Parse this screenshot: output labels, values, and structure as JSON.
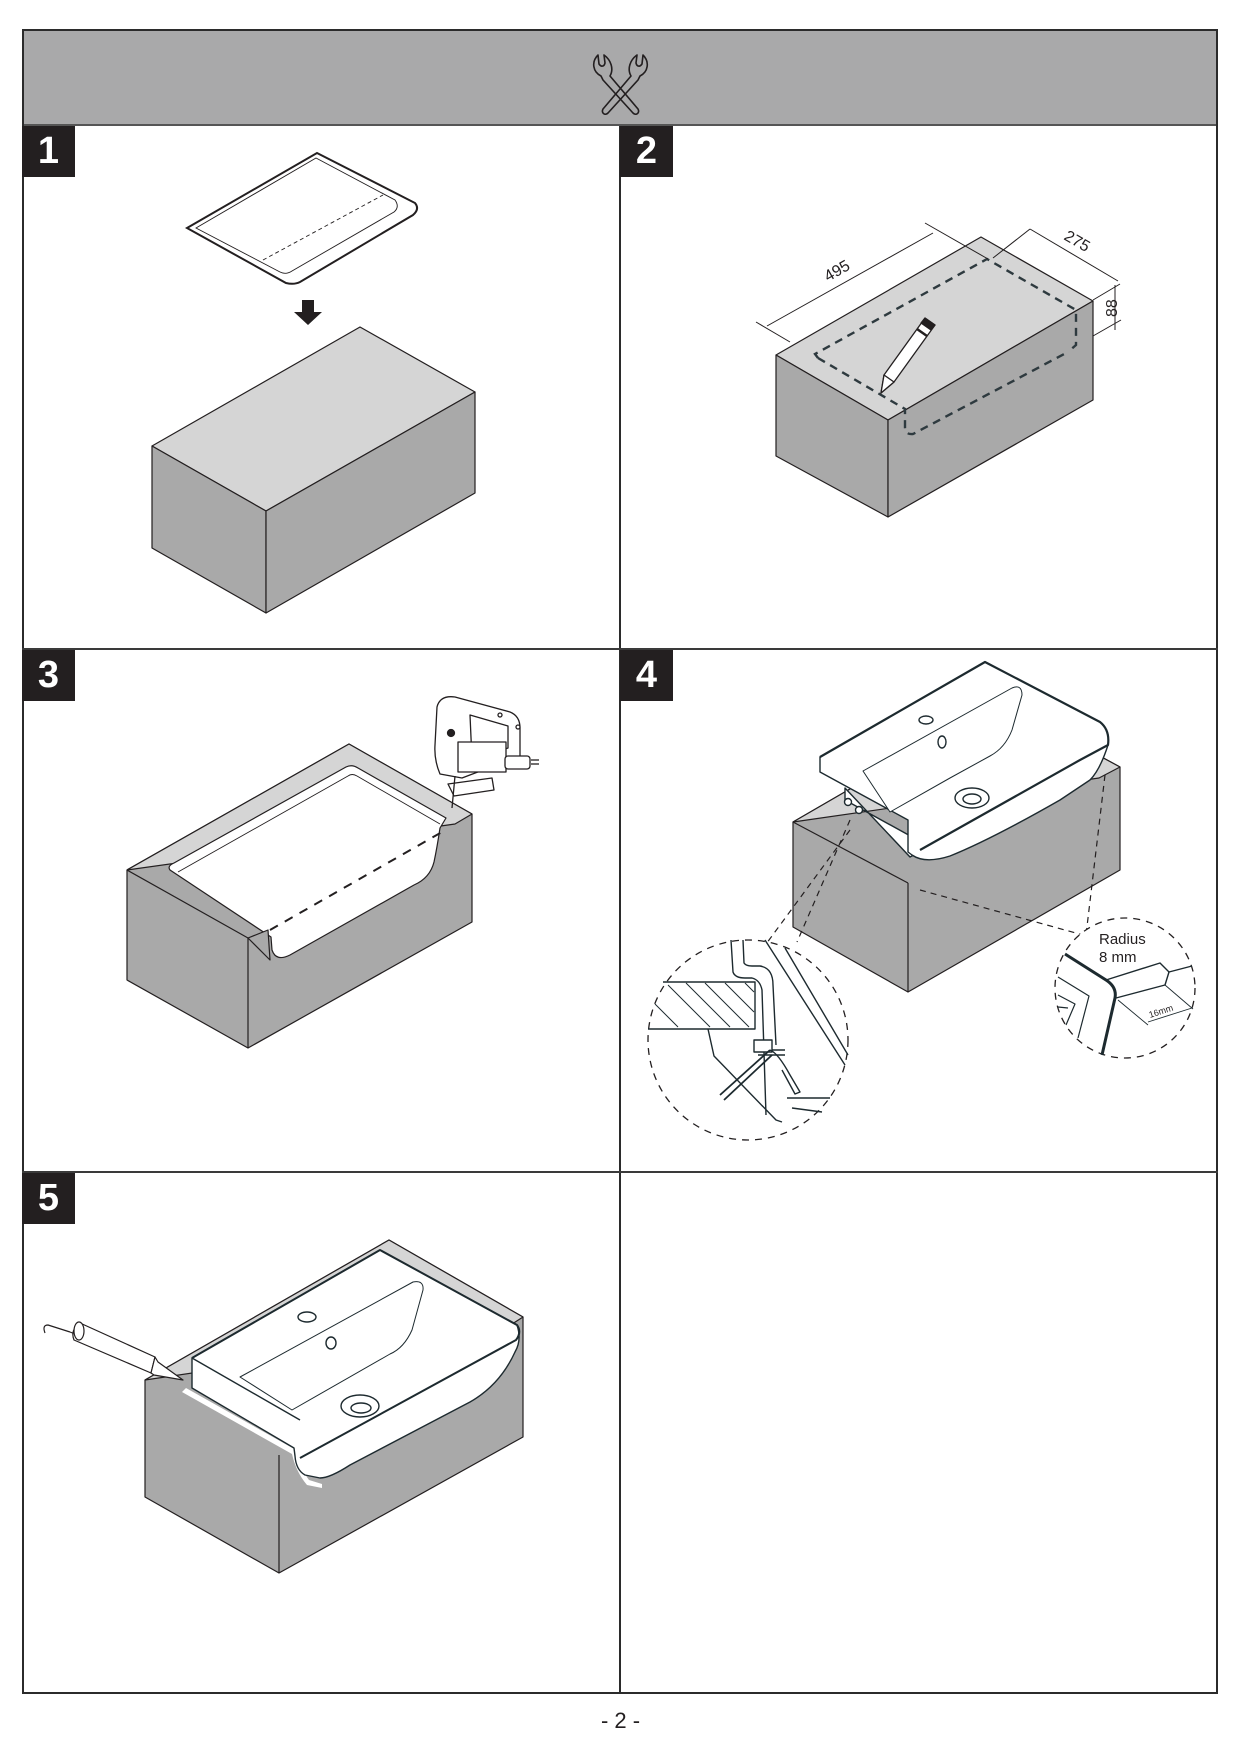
{
  "header": {
    "icon": "crossed-wrenches-icon"
  },
  "steps": [
    {
      "number": "1"
    },
    {
      "number": "2",
      "dimensions": {
        "length": "495",
        "width": "275",
        "depth": "88"
      }
    },
    {
      "number": "3"
    },
    {
      "number": "4",
      "callout": {
        "radius_label": "Radius",
        "radius_value": "8 mm",
        "offset": "16mm"
      }
    },
    {
      "number": "5"
    }
  ],
  "footer": {
    "page_number": "- 2 -"
  },
  "colors": {
    "header_bg": "#a9a9aa",
    "block_top": "#d5d5d5",
    "block_side": "#a9a9a9",
    "ink": "#231f20",
    "number_box": "#231f20"
  }
}
